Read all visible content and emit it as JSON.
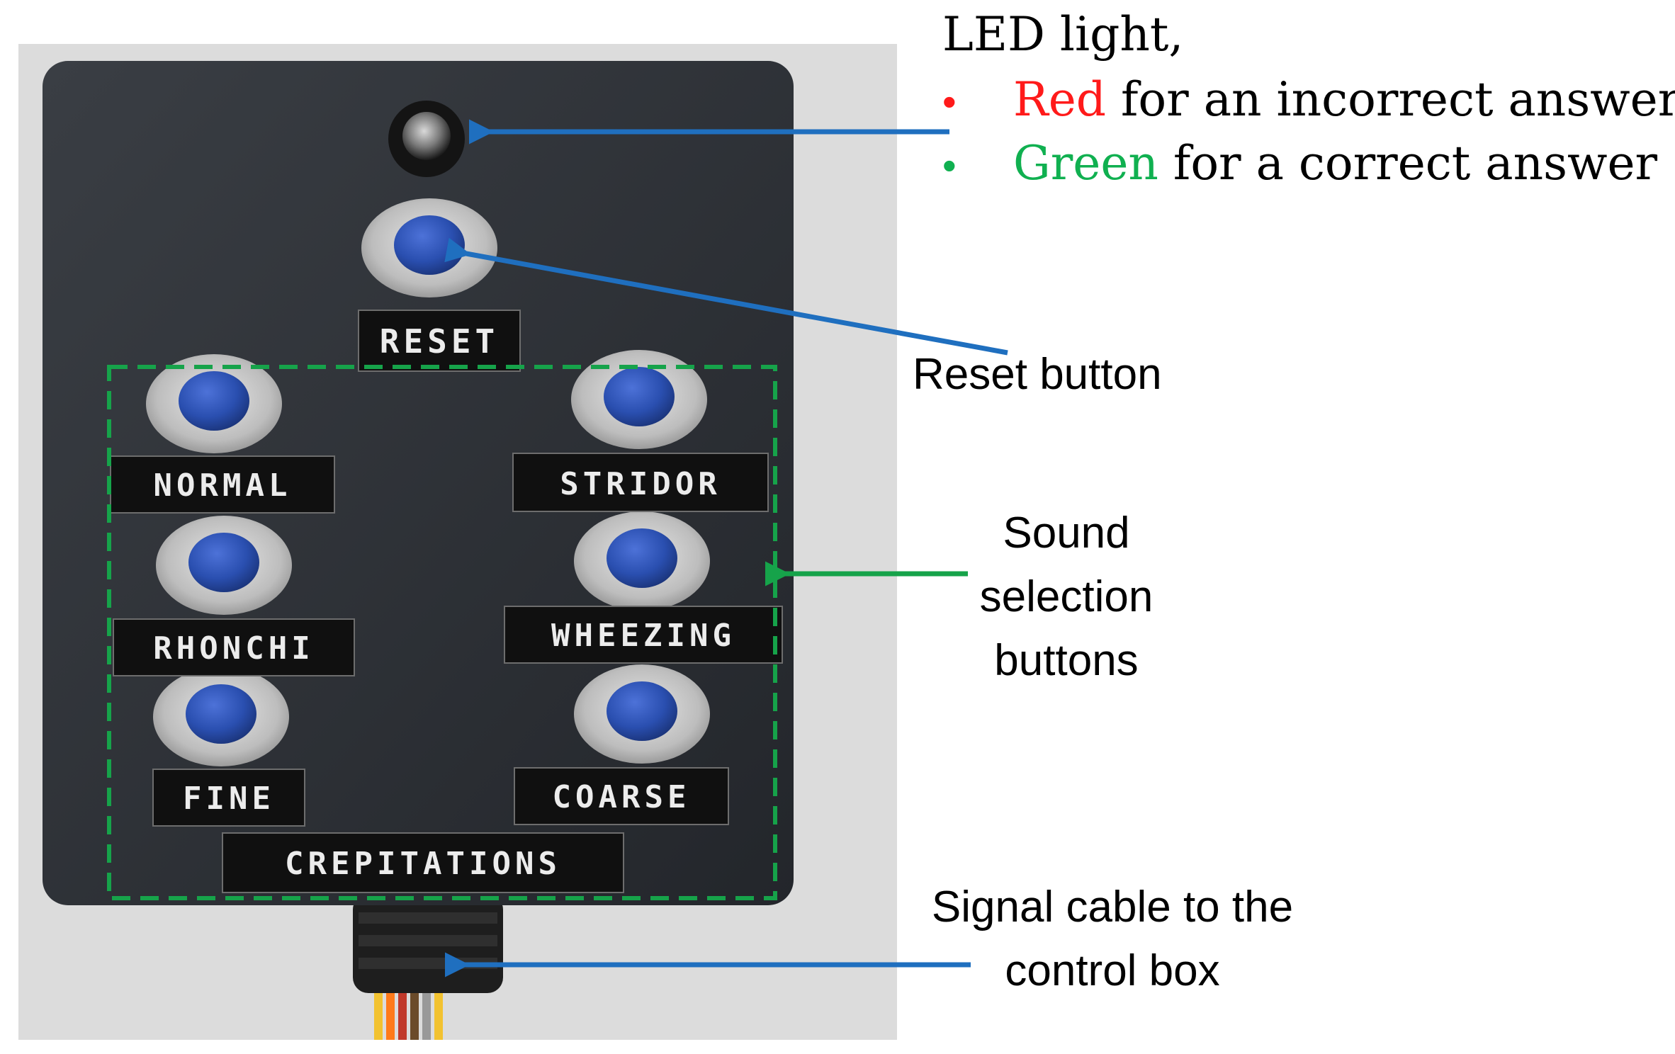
{
  "callouts": {
    "led": {
      "title": "LED light,",
      "bullets": [
        {
          "highlight": "Red",
          "rest": " for an incorrect answer",
          "color": "#ff1a1a"
        },
        {
          "highlight": "Green",
          "rest": " for a correct answer",
          "color": "#10b050"
        }
      ]
    },
    "reset": "Reset button",
    "sound_selection": "Sound selection buttons",
    "cable": "Signal cable to the control box"
  },
  "box_labels": {
    "reset": "RESET",
    "normal": "NORMAL",
    "stridor": "STRIDOR",
    "rhonchi": "RHONCHI",
    "wheezing": "WHEEZING",
    "fine": "FINE",
    "coarse": "COARSE",
    "crepitations": "CREPITATIONS"
  },
  "colors": {
    "arrow_blue": "#1f6fbf",
    "selection_green": "#16a34a",
    "button_blue": "#2a4fb0",
    "box_black": "#2b2e33"
  }
}
